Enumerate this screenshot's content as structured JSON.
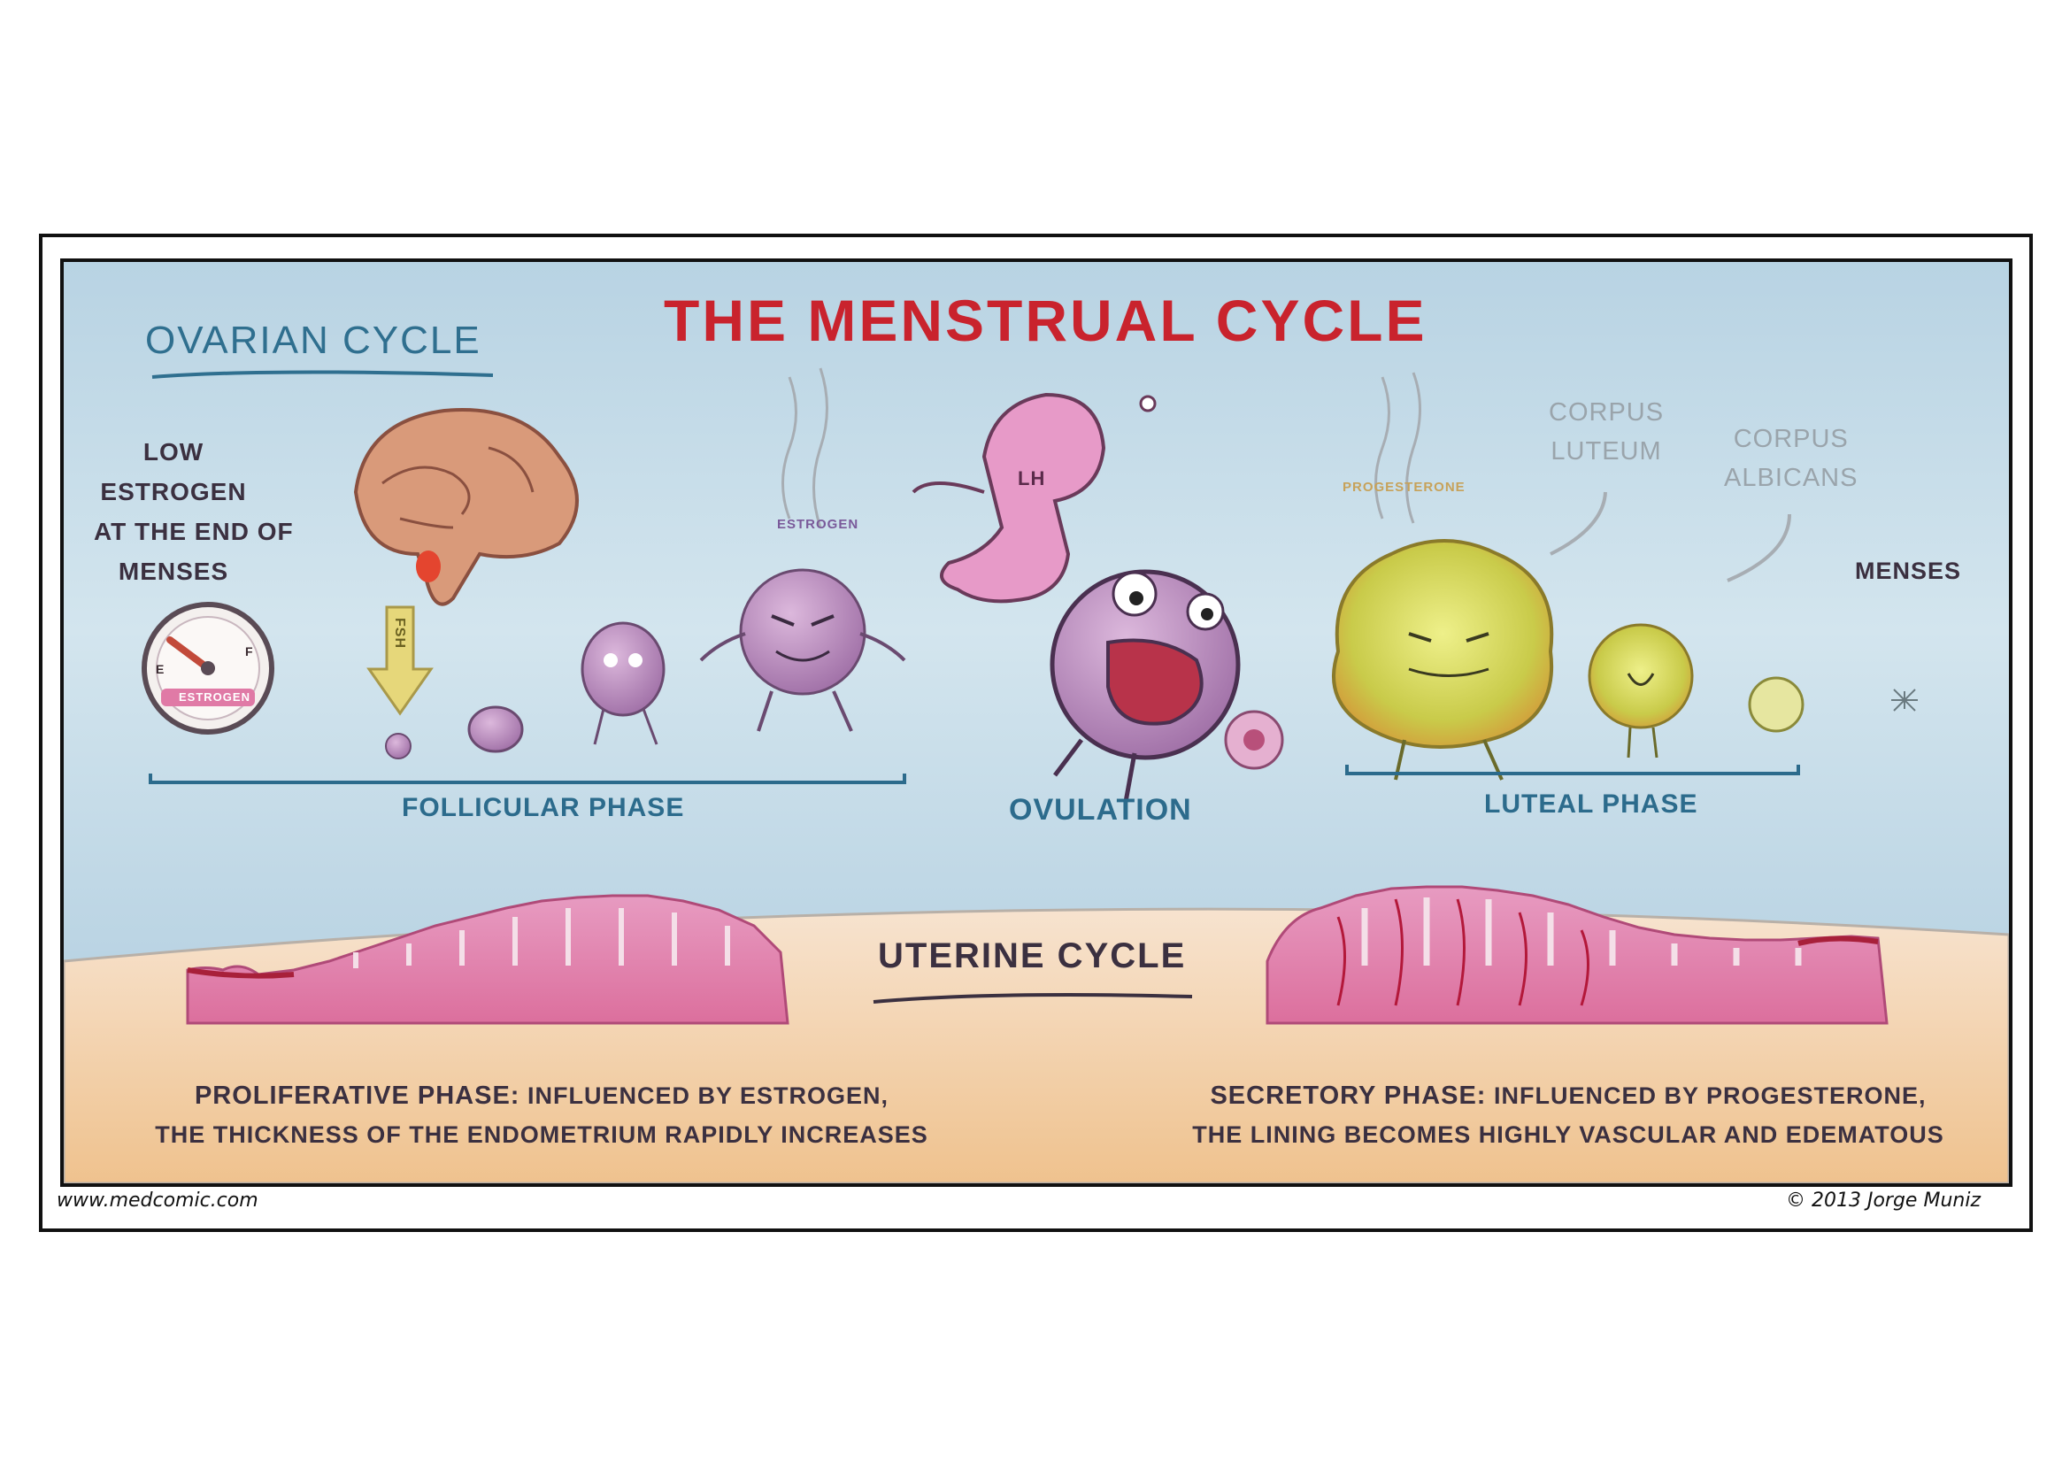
{
  "title": "THE MENSTRUAL CYCLE",
  "ovarian": {
    "heading": "OVARIAN CYCLE",
    "low_estrogen": [
      "LOW",
      "ESTROGEN",
      "AT THE END OF",
      "MENSES"
    ],
    "gauge_label": "ESTROGEN",
    "gauge_e": "E",
    "gauge_f": "F",
    "fsh_label": "FSH",
    "estrogen_label": "ESTROGEN",
    "lh_label": "LH",
    "progesterone_label": "PROGESTERONE",
    "corpus_luteum": [
      "CORPUS",
      "LUTEUM"
    ],
    "corpus_albicans": [
      "CORPUS",
      "ALBICANS"
    ],
    "menses": "MENSES",
    "phases": {
      "follicular": "FOLLICULAR PHASE",
      "ovulation": "OVULATION",
      "luteal": "LUTEAL PHASE"
    }
  },
  "uterine": {
    "heading": "UTERINE CYCLE",
    "proliferative": {
      "name": "PROLIFERATIVE PHASE:",
      "line1": "INFLUENCED BY ESTROGEN,",
      "line2": "THE THICKNESS OF THE ENDOMETRIUM RAPIDLY INCREASES"
    },
    "secretory": {
      "name": "SECRETORY PHASE:",
      "line1": "INFLUENCED BY PROGESTERONE,",
      "line2": "THE LINING BECOMES HIGHLY VASCULAR AND EDEMATOUS"
    }
  },
  "footer": {
    "website": "www.medcomic.com",
    "copyright": "© 2013 Jorge Muniz"
  },
  "colors": {
    "title": "#c9232d",
    "blue_text": "#2c6b8c",
    "follicle": "#c79bc7",
    "corpus": "#c9c94a",
    "endometrium": "#e07aa6",
    "sky": "#c3dbe8",
    "sand": "#f2cfa3"
  }
}
